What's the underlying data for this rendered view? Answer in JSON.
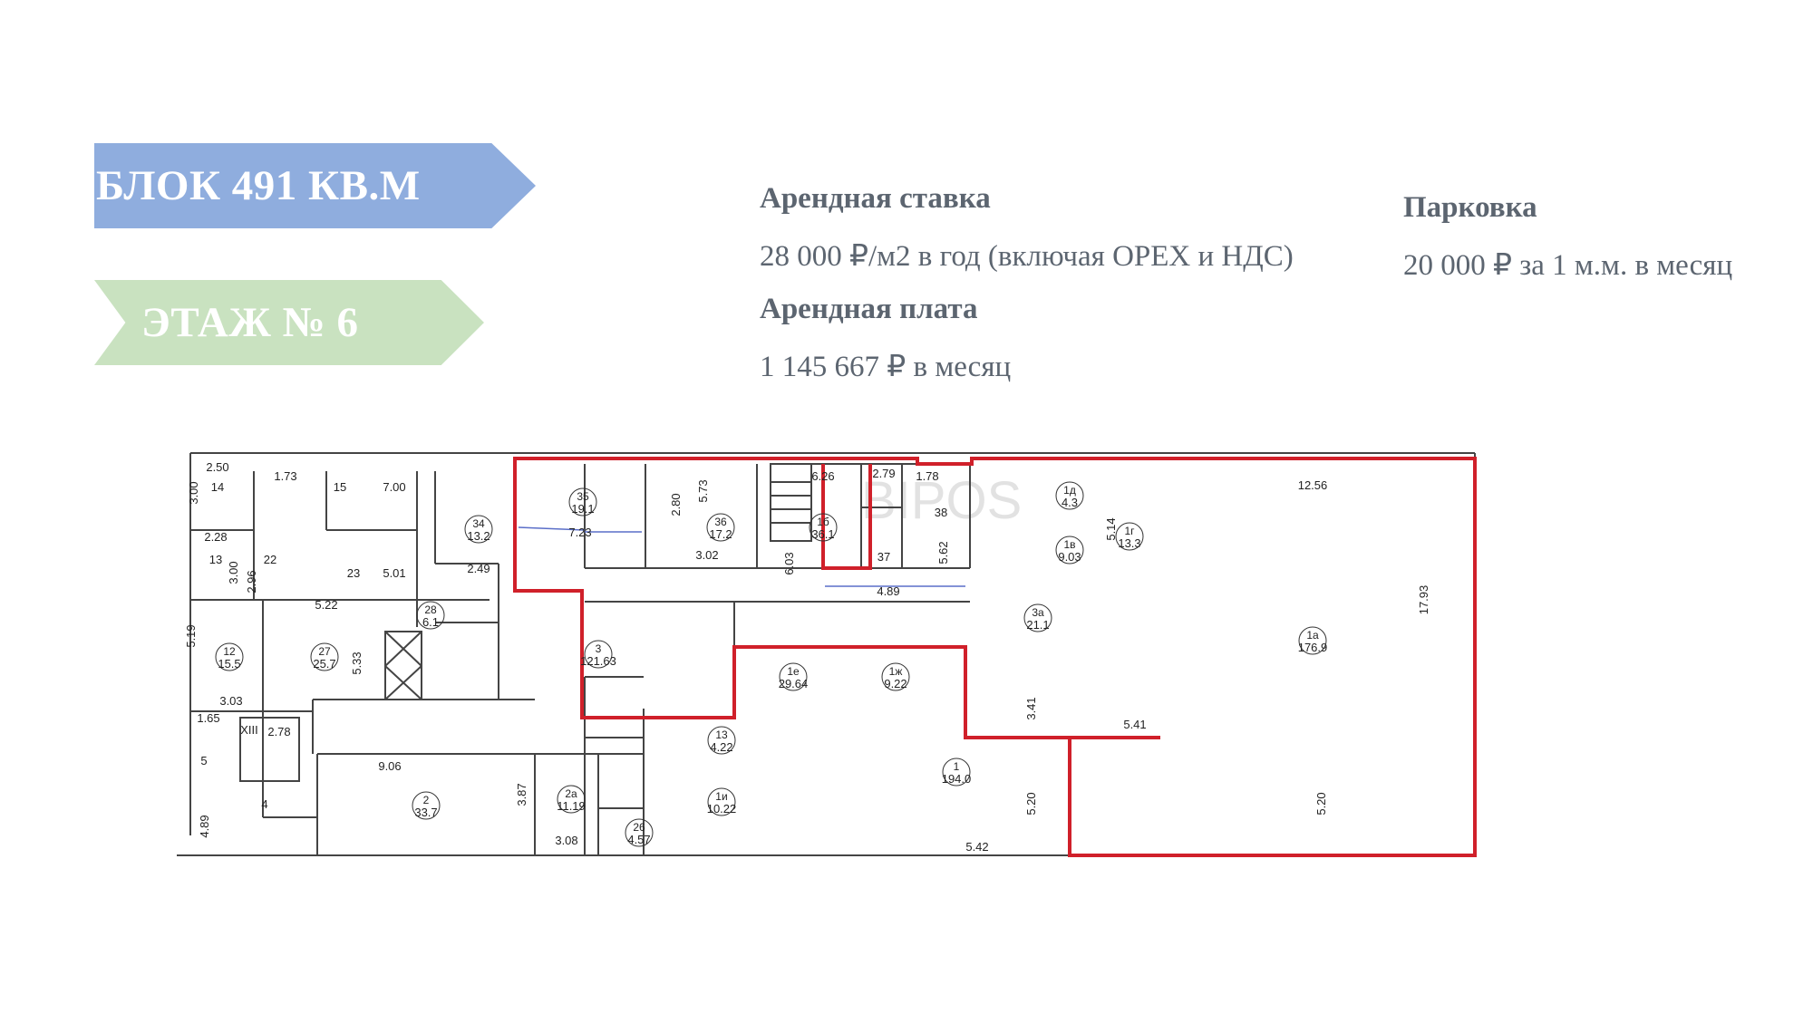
{
  "badges": {
    "block": "БЛОК 491 КВ.М",
    "floor": "ЭТАЖ № 6"
  },
  "rent_rate": {
    "title": "Арендная ставка",
    "value": "28 000 ₽/м2 в год (включая OPEX и НДС)"
  },
  "rent_payment": {
    "title": "Арендная плата",
    "value": "1 145 667 ₽ в месяц"
  },
  "parking": {
    "title": "Парковка",
    "value": "20 000 ₽ за 1 м.м. в месяц"
  },
  "plan": {
    "watermark": "BIPOS",
    "colors": {
      "highlight": "#d0202a",
      "wall": "#444444",
      "accent": "#5a6ec8"
    },
    "rooms": [
      {
        "id": "room-35",
        "num": "35",
        "area": "19.1"
      },
      {
        "id": "room-36",
        "num": "36",
        "area": "17.2"
      },
      {
        "id": "room-1b",
        "num": "1б",
        "area": "36.1"
      },
      {
        "id": "room-1d",
        "num": "1д",
        "area": "4.3"
      },
      {
        "id": "room-1v",
        "num": "1в",
        "area": "9.03"
      },
      {
        "id": "room-1g",
        "num": "1г",
        "area": "13.3"
      },
      {
        "id": "room-1a",
        "num": "1а",
        "area": "176.9"
      },
      {
        "id": "room-3a",
        "num": "3а",
        "area": "21.1"
      },
      {
        "id": "room-1e",
        "num": "1е",
        "area": "29.64"
      },
      {
        "id": "room-1zh",
        "num": "1ж",
        "area": "9.22"
      },
      {
        "id": "room-1",
        "num": "1",
        "area": "194.0"
      },
      {
        "id": "room-13",
        "num": "13",
        "area": "4.22"
      },
      {
        "id": "room-1i",
        "num": "1и",
        "area": "10.22"
      },
      {
        "id": "room-3",
        "num": "3",
        "area": "121.63"
      },
      {
        "id": "room-34",
        "num": "34",
        "area": "13.2"
      },
      {
        "id": "room-28",
        "num": "28",
        "area": "6.1"
      },
      {
        "id": "room-27",
        "num": "27",
        "area": "25.7"
      },
      {
        "id": "room-12",
        "num": "12",
        "area": "15.5"
      },
      {
        "id": "room-2",
        "num": "2",
        "area": "33.7"
      },
      {
        "id": "room-2a",
        "num": "2а",
        "area": "11.19"
      },
      {
        "id": "room-26",
        "num": "26",
        "area": "4.57"
      }
    ],
    "labels": [
      {
        "id": "lbl-2-50",
        "t": "2.50"
      },
      {
        "id": "lbl-14",
        "t": "14"
      },
      {
        "id": "lbl-1-73",
        "t": "1.73"
      },
      {
        "id": "lbl-15",
        "t": "15"
      },
      {
        "id": "lbl-7-00",
        "t": "7.00"
      },
      {
        "id": "lbl-3-00a",
        "t": "3.00"
      },
      {
        "id": "lbl-2-28",
        "t": "2.28"
      },
      {
        "id": "lbl-13",
        "t": "13"
      },
      {
        "id": "lbl-3-00b",
        "t": "3.00"
      },
      {
        "id": "lbl-2-96",
        "t": "2.96"
      },
      {
        "id": "lbl-22",
        "t": "22"
      },
      {
        "id": "lbl-23",
        "t": "23"
      },
      {
        "id": "lbl-5-01",
        "t": "5.01"
      },
      {
        "id": "lbl-2-49",
        "t": "2.49"
      },
      {
        "id": "lbl-5-22",
        "t": "5.22"
      },
      {
        "id": "lbl-5-19",
        "t": "5.19"
      },
      {
        "id": "lbl-5-33",
        "t": "5.33"
      },
      {
        "id": "lbl-3-03",
        "t": "3.03"
      },
      {
        "id": "lbl-1-65",
        "t": "1.65"
      },
      {
        "id": "lbl-xiii",
        "t": "XIII"
      },
      {
        "id": "lbl-2-78",
        "t": "2.78"
      },
      {
        "id": "lbl-5",
        "t": "5"
      },
      {
        "id": "lbl-4",
        "t": "4"
      },
      {
        "id": "lbl-4-89a",
        "t": "4.89"
      },
      {
        "id": "lbl-9-06",
        "t": "9.06"
      },
      {
        "id": "lbl-3-87",
        "t": "3.87"
      },
      {
        "id": "lbl-3-08",
        "t": "3.08"
      },
      {
        "id": "lbl-7-23",
        "t": "7.23"
      },
      {
        "id": "lbl-2-80",
        "t": "2.80"
      },
      {
        "id": "lbl-5-73",
        "t": "5.73"
      },
      {
        "id": "lbl-3-02",
        "t": "3.02"
      },
      {
        "id": "lbl-6-26",
        "t": "6.26"
      },
      {
        "id": "lbl-6-03",
        "t": "6.03"
      },
      {
        "id": "lbl-2-79",
        "t": "2.79"
      },
      {
        "id": "lbl-37",
        "t": "37"
      },
      {
        "id": "lbl-1-78",
        "t": "1.78"
      },
      {
        "id": "lbl-38",
        "t": "38"
      },
      {
        "id": "lbl-5-62",
        "t": "5.62"
      },
      {
        "id": "lbl-5-14",
        "t": "5.14"
      },
      {
        "id": "lbl-12-56",
        "t": "12.56"
      },
      {
        "id": "lbl-17-93",
        "t": "17.93"
      },
      {
        "id": "lbl-4-89b",
        "t": "4.89"
      },
      {
        "id": "lbl-3-41",
        "t": "3.41"
      },
      {
        "id": "lbl-5-41",
        "t": "5.41"
      },
      {
        "id": "lbl-5-20a",
        "t": "5.20"
      },
      {
        "id": "lbl-5-42",
        "t": "5.42"
      },
      {
        "id": "lbl-5-20b",
        "t": "5.20"
      }
    ]
  }
}
